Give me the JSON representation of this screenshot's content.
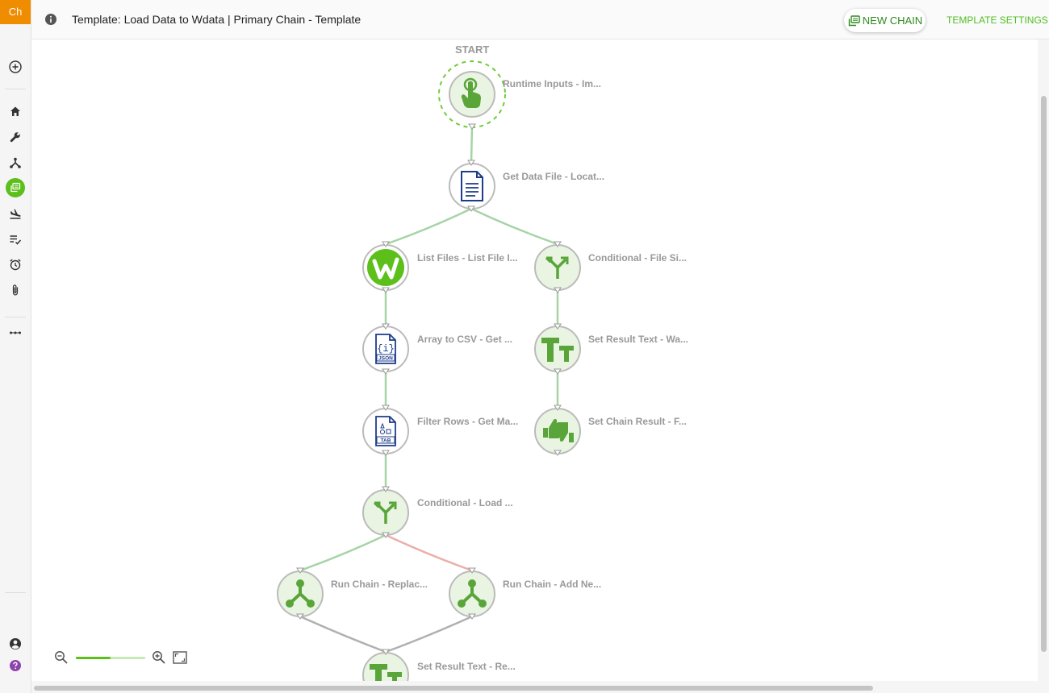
{
  "app": {
    "logo_text": "Ch",
    "brand_color": "#f08c00",
    "accent_color": "#4fbf20"
  },
  "header": {
    "title": "Template: Load Data to Wdata | Primary Chain - Template",
    "new_chain_label": "NEW CHAIN",
    "template_settings_label": "TEMPLATE SETTINGS"
  },
  "sidebar": {
    "items": [
      {
        "icon": "add-circle-icon"
      },
      {
        "icon": "home-icon"
      },
      {
        "icon": "wrench-icon"
      },
      {
        "icon": "chain-network-icon"
      },
      {
        "icon": "chains-icon",
        "active": true
      },
      {
        "icon": "airplane-landing-icon"
      },
      {
        "icon": "checklist-icon"
      },
      {
        "icon": "alarm-clock-icon"
      },
      {
        "icon": "paperclip-icon"
      },
      {
        "icon": "more-icon"
      },
      {
        "icon": "user-icon"
      },
      {
        "icon": "help-icon"
      }
    ]
  },
  "canvas": {
    "start_label": "START",
    "nodes": [
      {
        "id": "runtime",
        "label": "Runtime Inputs - Im...",
        "icon": "touch-hand-icon"
      },
      {
        "id": "getdata",
        "label": "Get Data File - Locat...",
        "icon": "document-icon"
      },
      {
        "id": "listfiles",
        "label": "List Files - List File I...",
        "icon": "wdata-logo-icon"
      },
      {
        "id": "cond1",
        "label": "Conditional - File Si...",
        "icon": "branch-icon"
      },
      {
        "id": "arr2csv",
        "label": "Array to CSV - Get ...",
        "icon": "json-file-icon"
      },
      {
        "id": "setres1",
        "label": "Set Result Text - Wa...",
        "icon": "text-format-icon"
      },
      {
        "id": "filter",
        "label": "Filter Rows - Get Ma...",
        "icon": "tab-file-icon"
      },
      {
        "id": "setchain",
        "label": "Set Chain Result - F...",
        "icon": "thumbs-up-down-icon"
      },
      {
        "id": "cond2",
        "label": "Conditional - Load ...",
        "icon": "branch-icon"
      },
      {
        "id": "runrep",
        "label": "Run Chain - Replac...",
        "icon": "run-chain-icon"
      },
      {
        "id": "runadd",
        "label": "Run Chain - Add Ne...",
        "icon": "run-chain-icon"
      },
      {
        "id": "setres2",
        "label": "Set Result Text - Re...",
        "icon": "text-format-icon"
      }
    ]
  },
  "zoom": {
    "level": 0.5
  }
}
